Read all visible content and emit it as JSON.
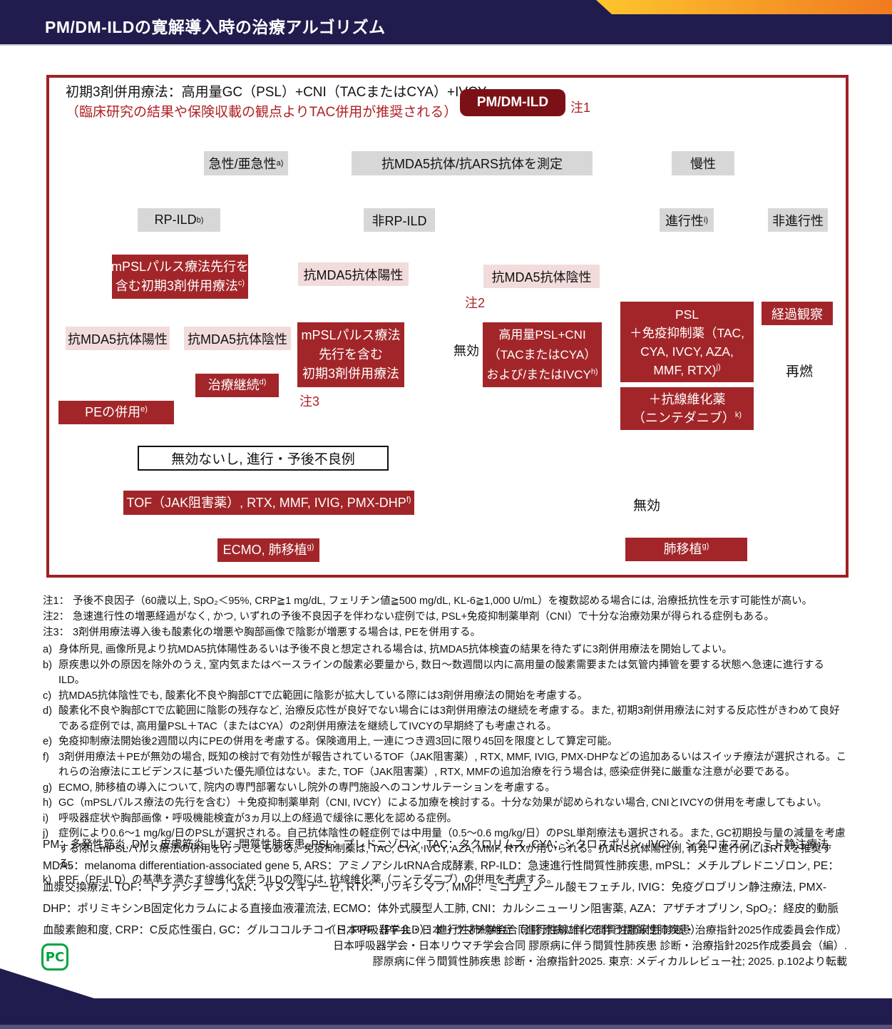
{
  "header": {
    "title": "PM/DM-ILDの寛解導入時の治療アルゴリズム"
  },
  "flowchart": {
    "intro_line1": "初期3剤併用療法：高用量GC（PSL）+CNI（TACまたはCYA）+IVCY",
    "intro_line2": "（臨床研究の結果や保険収載の観点よりTAC併用が推奨される）",
    "labels": {
      "note1": "注1",
      "note2": "注2",
      "note3": "注3",
      "ineffective_mid": "無効",
      "ineffective_right": "無効",
      "relapse": "再燃"
    },
    "nodes": {
      "pmdm": {
        "text": "PM/DM-ILD"
      },
      "acute": {
        "text": "急性/亜急性",
        "sup": "a)"
      },
      "measure": {
        "text": "抗MDA5抗体/抗ARS抗体を測定"
      },
      "chronic": {
        "text": "慢性"
      },
      "rpild": {
        "text": "RP-ILD",
        "sup": "b)"
      },
      "nonrpild": {
        "text": "非RP-ILD"
      },
      "progressive": {
        "text": "進行性",
        "sup": "i)"
      },
      "nonprogressive": {
        "text": "非進行性"
      },
      "mpsl3_left": {
        "line1": "mPSLパルス療法先行を",
        "line2": "含む初期3剤併用療法",
        "sup": "c)"
      },
      "mda5pos_left": {
        "text": "抗MDA5抗体陽性"
      },
      "mda5neg_left": {
        "text": "抗MDA5抗体陰性"
      },
      "mda5pos_mid": {
        "text": "抗MDA5抗体陽性"
      },
      "mda5neg_mid": {
        "text": "抗MDA5抗体陰性"
      },
      "mpsl3_mid": {
        "line1": "mPSLパルス療法",
        "line2": "先行を含む",
        "line3": "初期3剤併用療法"
      },
      "highdose": {
        "line1": "高用量PSL+CNI",
        "line2": "（TACまたはCYA）",
        "line3": "および/またはIVCY",
        "sup": "h)"
      },
      "continue_tx": {
        "text": "治療継続",
        "sup": "d)"
      },
      "pe": {
        "text": "PEの併用",
        "sup": "e)"
      },
      "ineffective_box": {
        "text": "無効ないし, 進行・予後不良例"
      },
      "tof": {
        "text": "TOF（JAK阻害薬）, RTX, MMF, IVIG, PMX-DHP",
        "sup": "f)"
      },
      "ecmo": {
        "text": "ECMO, 肺移植",
        "sup": "g)"
      },
      "psl_immuno": {
        "line1": "PSL",
        "line2": "＋免疫抑制薬（TAC,",
        "line3": "CYA, IVCY, AZA,",
        "line4": "MMF, RTX)",
        "sup": "j)"
      },
      "antifibrotic": {
        "line1": "＋抗線維化薬",
        "line2": "（ニンテダニブ）",
        "sup": "k)"
      },
      "observe": {
        "text": "経過観察"
      },
      "lungtx": {
        "text": "肺移植",
        "sup": "g)"
      }
    }
  },
  "notes": [
    {
      "label": "注1：",
      "text": "予後不良因子（60歳以上, SpO₂＜95%, CRP≧1 mg/dL, フェリチン値≧500 mg/dL, KL-6≧1,000 U/mL）を複数認める場合には, 治療抵抗性を示す可能性が高い。"
    },
    {
      "label": "注2：",
      "text": "急速進行性の増悪経過がなく, かつ, いずれの予後不良因子を伴わない症例では, PSL+免疫抑制薬単剤（CNI）で十分な治療効果が得られる症例もある。"
    },
    {
      "label": "注3：",
      "text": "3剤併用療法導入後も酸素化の増悪や胸部画像で陰影が増悪する場合は, PEを併用する。"
    }
  ],
  "footnotes": [
    {
      "label": "a)",
      "text": "身体所見, 画像所見より抗MDA5抗体陽性あるいは予後不良と想定される場合は, 抗MDA5抗体検査の結果を待たずに3剤併用療法を開始してよい。"
    },
    {
      "label": "b)",
      "text": "原疾患以外の原因を除外のうえ, 室内気またはベースラインの酸素必要量から, 数日～数週間以内に高用量の酸素需要または気管内挿管を要する状態へ急速に進行するILD。"
    },
    {
      "label": "c)",
      "text": "抗MDA5抗体陰性でも, 酸素化不良や胸部CTで広範囲に陰影が拡大している際には3剤併用療法の開始を考慮する。"
    },
    {
      "label": "d)",
      "text": "酸素化不良や胸部CTで広範囲に陰影の残存など, 治療反応性が良好でない場合には3剤併用療法の継続を考慮する。また, 初期3剤併用療法に対する反応性がきわめて良好である症例では, 高用量PSL＋TAC（またはCYA）の2剤併用療法を継続してIVCYの早期終了も考慮される。"
    },
    {
      "label": "e)",
      "text": "免疫抑制療法開始後2週間以内にPEの併用を考慮する。保険適用上, 一連につき週3回に限り45回を限度として算定可能。"
    },
    {
      "label": "f)",
      "text": "3剤併用療法＋PEが無効の場合, 既知の検討で有効性が報告されているTOF（JAK阻害薬）, RTX, MMF, IVIG, PMX-DHPなどの追加あるいはスイッチ療法が選択される。これらの治療法にエビデンスに基づいた優先順位はない。また, TOF（JAK阻害薬）, RTX, MMFの追加治療を行う場合は, 感染症併発に厳重な注意が必要である。"
    },
    {
      "label": "g)",
      "text": "ECMO, 肺移植の導入について, 院内の専門部署ないし院外の専門施設へのコンサルテーションを考慮する。"
    },
    {
      "label": "h)",
      "text": "GC（mPSLパルス療法の先行を含む）＋免疫抑制薬単剤（CNI, IVCY）による加療を検討する。十分な効果が認められない場合, CNIとIVCYの併用を考慮してもよい。"
    },
    {
      "label": "i)",
      "text": "呼吸器症状や胸部画像・呼吸機能検査が3ヵ月以上の経過で緩徐に悪化を認める症例。"
    },
    {
      "label": "j)",
      "text": "症例により0.6～1 mg/kg/日のPSLが選択される。自己抗体陰性の軽症例では中用量（0.5～0.6 mg/kg/日）のPSL単剤療法も選択される。また, GC初期投与量の減量を考慮する際にmPSLパルス療法の併用を行うこともある。免疫抑制薬は, TAC, CYA, IVCY, AZA, MMF, RTXが用いられる。抗ARS抗体陽性例, 再発・進行例にはRTXを推奨する。"
    },
    {
      "label": "k)",
      "text": "PPF（PF-ILD）の基準を満たす線維化を伴うILDの際には, 抗線維化薬（ニンテダニブ）の併用を考慮する。"
    }
  ],
  "abbreviations": "PM：多発性筋炎, DM：皮膚筋炎, ILD：間質性肺疾患, PSL：プレドニゾロン, TAC：タクロリムス, CYA：シクロスポリン, IVCY：シクロホスファミド静注療法, MDA5：melanoma differentiation-associated gene 5, ARS：アミノアシルtRNA合成酵素, RP-ILD：急速進行性間質性肺疾患, mPSL：メチルプレドニゾロン, PE：血漿交換療法, TOF：トファシチニブ, JAK：ヤヌスキナーゼ, RTX：リツキシマブ, MMF：ミコフェノール酸モフェチル, IVIG：免疫グロブリン静注療法, PMX-DHP：ポリミキシンB固定化カラムによる直接血液灌流法, ECMO：体外式膜型人工肺, CNI：カルシニューリン阻害薬, AZA：アザチオプリン, SpO₂：経皮的動脈血酸素飽和度, CRP：C反応性蛋白, GC：グルココルチコイド, PPF（PF-ILD）：進行性肺線維症（進行性線維化を伴う間質性肺疾患）",
  "citation": {
    "line1": "（日本呼吸器学会・日本リウマチ学会合同 膠原病に伴う間質性肺疾患 診断・治療指針2025作成委員会作成）",
    "line2": "日本呼吸器学会・日本リウマチ学会合同 膠原病に伴う間質性肺疾患 診断・治療指針2025作成委員会（編）.",
    "line3": "膠原病に伴う間質性肺疾患 診断・治療指針2025. 東京: メディカルレビュー社; 2025. p.102より転載"
  },
  "logo": {
    "text": "PC"
  },
  "colors": {
    "navy": "#211c4e",
    "red_box": "#a22629",
    "maroon_box": "#7b1116",
    "accent_red": "#ae1f24",
    "gray_box": "#d7d7d7",
    "pink_box": "#f2dcdb",
    "orange_start": "#fdc62e",
    "orange_end": "#f17a20",
    "logo_green": "#00a43f"
  }
}
